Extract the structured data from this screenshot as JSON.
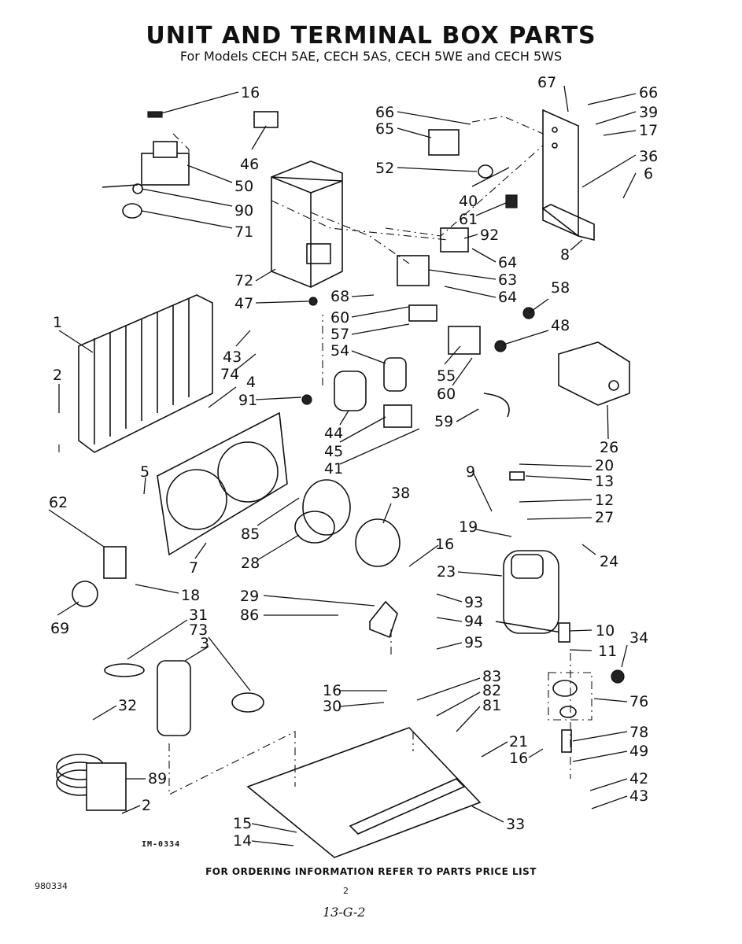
{
  "header": {
    "title": "UNIT AND TERMINAL BOX PARTS",
    "subtitle": "For Models CECH 5AE, CECH 5AS, CECH 5WE and CECH 5WS"
  },
  "footer": {
    "ordering_note": "FOR ORDERING INFORMATION REFER TO PARTS PRICE LIST",
    "document_number": "980334",
    "page_number": "2",
    "handwritten_note": "13-G-2",
    "illustration_number": "IM-0334"
  },
  "callouts": [
    "16",
    "46",
    "50",
    "90",
    "71",
    "66",
    "65",
    "52",
    "40",
    "61",
    "67",
    "66",
    "39",
    "17",
    "36",
    "6",
    "8",
    "92",
    "64",
    "63",
    "64",
    "72",
    "47",
    "68",
    "60",
    "57",
    "54",
    "58",
    "48",
    "1",
    "43",
    "74",
    "4",
    "91",
    "2",
    "55",
    "60",
    "59",
    "26",
    "44",
    "45",
    "41",
    "20",
    "13",
    "12",
    "27",
    "9",
    "5",
    "62",
    "85",
    "38",
    "19",
    "28",
    "7",
    "16",
    "24",
    "23",
    "18",
    "29",
    "86",
    "93",
    "94",
    "95",
    "10",
    "11",
    "69",
    "31",
    "73",
    "3",
    "34",
    "83",
    "82",
    "81",
    "16",
    "30",
    "76",
    "32",
    "21",
    "16",
    "78",
    "49",
    "89",
    "42",
    "2",
    "43",
    "15",
    "14",
    "33"
  ]
}
